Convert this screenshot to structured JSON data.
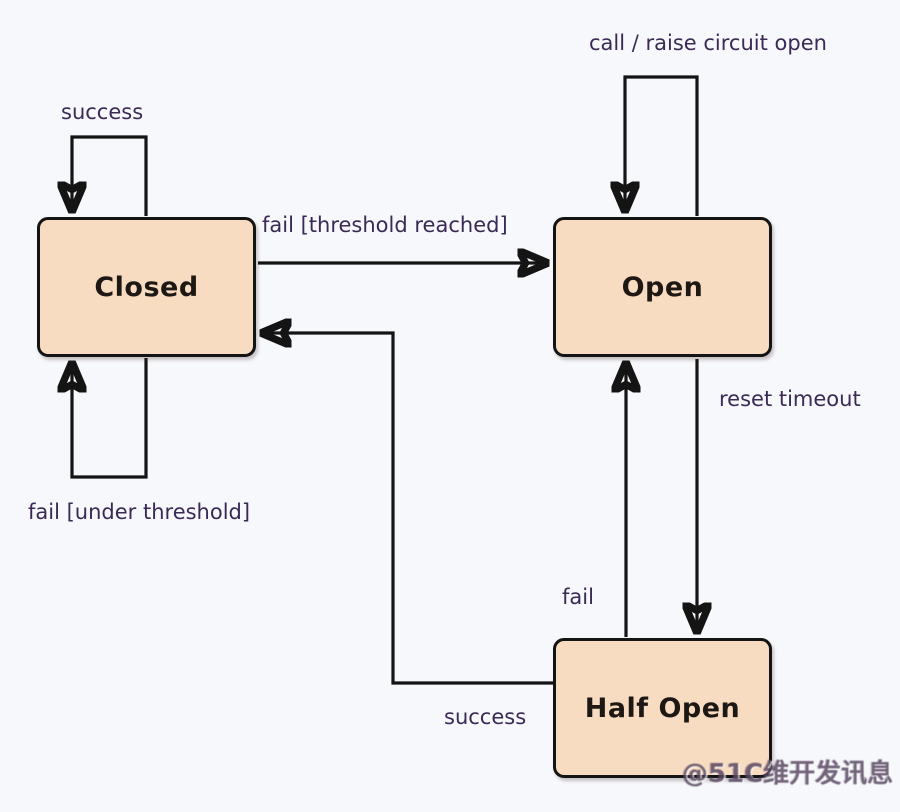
{
  "diagram_type": "state-machine",
  "states": [
    {
      "id": "closed",
      "label": "Closed"
    },
    {
      "id": "open",
      "label": "Open"
    },
    {
      "id": "half_open",
      "label": "Half Open"
    }
  ],
  "transitions": [
    {
      "from": "closed",
      "to": "closed",
      "label": "success"
    },
    {
      "from": "closed",
      "to": "open",
      "label": "fail [threshold reached]"
    },
    {
      "from": "open",
      "to": "open",
      "label": "call / raise circuit open"
    },
    {
      "from": "open",
      "to": "half_open",
      "label": "reset timeout"
    },
    {
      "from": "closed",
      "to": "closed",
      "label": "fail [under threshold]"
    },
    {
      "from": "half_open",
      "to": "open",
      "label": "fail"
    },
    {
      "from": "half_open",
      "to": "closed",
      "label": "success"
    }
  ],
  "watermark": {
    "text": "@51C维开发讯息"
  },
  "colors": {
    "background": "#f7f8fb",
    "state_fill": "#f8dcc2",
    "state_border": "#141414",
    "edge_line": "#141414",
    "edge_label_text": "#3a2a55",
    "state_label_text": "#1d1814"
  }
}
